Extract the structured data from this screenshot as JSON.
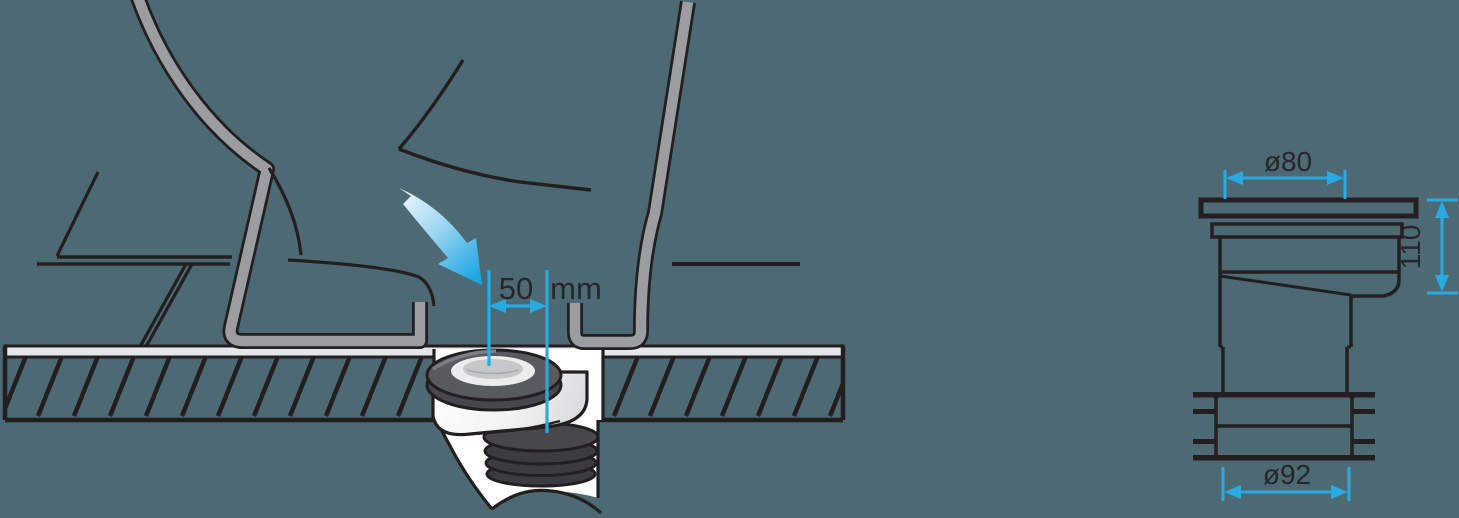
{
  "meta": {
    "title": "Eccentric WC offset connector installation diagram"
  },
  "colors": {
    "background": "#4d6973",
    "line": "#231f20",
    "accent_cyan": "#29abe2",
    "ceramic_gray": "#9b9da1",
    "floor_strip": "#e6e7e8",
    "gasket_dark": "#595960",
    "rib_dark": "#3c3c40",
    "arrow_gradient_start": "#eaf6fd",
    "arrow_gradient_end": "#1ea6e4"
  },
  "installation_view": {
    "offset_dimension": {
      "value": "50",
      "unit": "mm"
    }
  },
  "dimension_drawing": {
    "top_diameter": "ø80",
    "height": "110",
    "bottom_diameter": "ø92"
  }
}
